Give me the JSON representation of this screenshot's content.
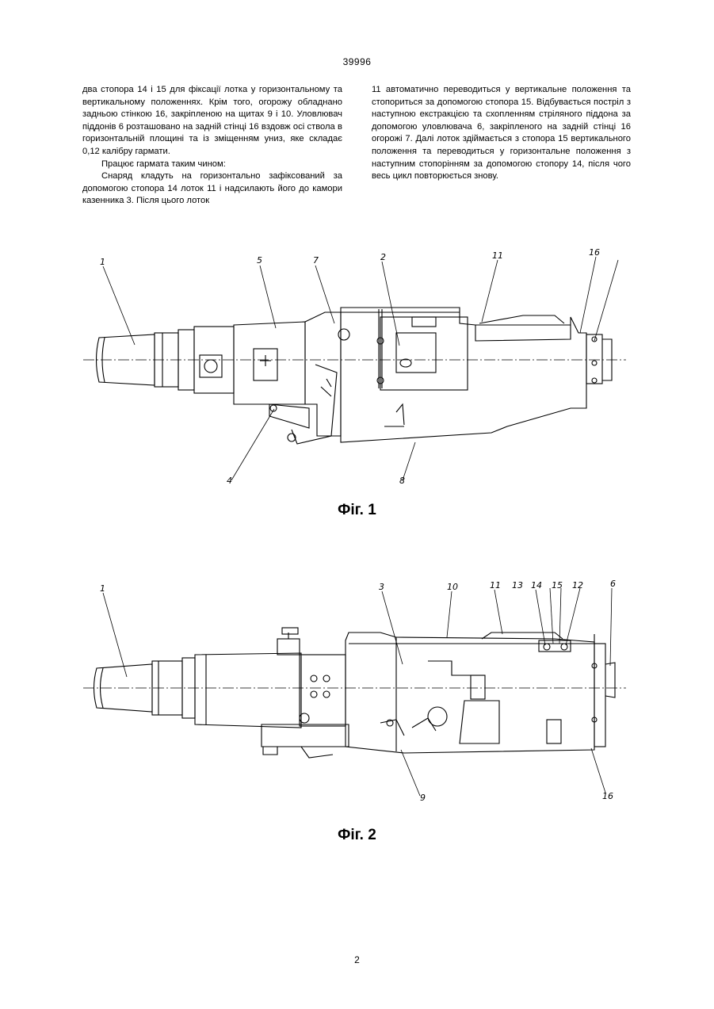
{
  "header": {
    "doc_number": "39996"
  },
  "columns": {
    "left": {
      "p1": "два стопора 14 і 15 для фіксації лотка у горизонтальному та вертикальному положеннях. Крім того, огорожу обладнано задньою стінкою 16, закріпленою на щитах 9 і 10. Уловлювач піддонів 6 розташовано на задній стінці 16 вздовж осі ствола в горизонтальній площині та із зміщенням униз, яке складає 0,12 калібру гармати.",
      "p2": "Працює гармата таким чином:",
      "p3": "Снаряд кладуть на горизонтально зафіксований за допомогою стопора 14 лоток 11 і надсилають його до камори казенника 3. Після цього лоток"
    },
    "right": {
      "p1": "11 автоматично переводиться у вертикальне положення та стопориться за допомогою стопора 15. Відбувається постріл з наступною екстракцією та схопленням стріляного піддона за допомогою уловлювача 6, закріпленого на задній стінці 16 огорожі 7. Далі лоток здіймається з стопора 15 вертикального положення та переводиться у горизонтальне положення з наступним стопорінням за допомогою стопору 14, після чого весь цикл повторюється знову."
    }
  },
  "figure1": {
    "caption": "Фіг. 1",
    "callouts": [
      "1",
      "5",
      "7",
      "2",
      "11",
      "16",
      "4",
      "8"
    ]
  },
  "figure2": {
    "caption": "Фіг. 2",
    "callouts": [
      "1",
      "3",
      "10",
      "11",
      "13",
      "14",
      "15",
      "12",
      "6",
      "9",
      "16"
    ]
  },
  "footer": {
    "page_number": "2"
  }
}
